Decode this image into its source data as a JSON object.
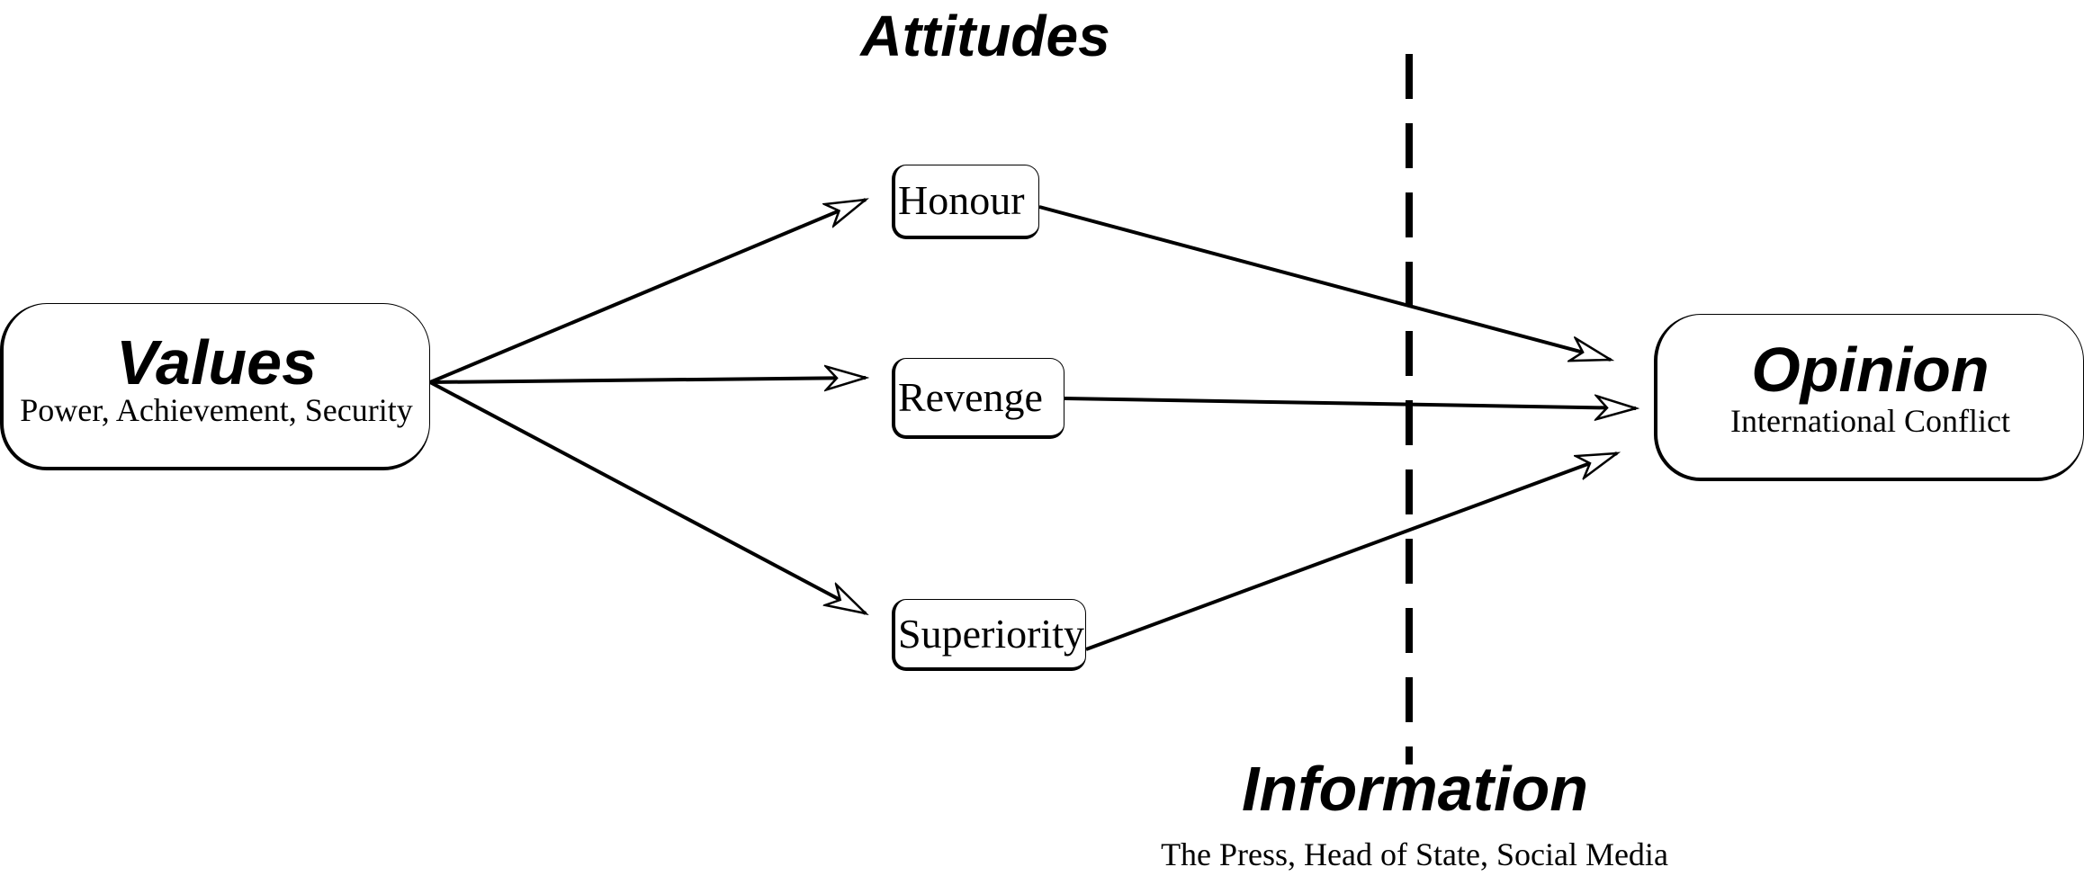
{
  "attitudes_heading": "Attitudes",
  "values_node": {
    "title": "Values",
    "subtitle": "Power, Achievement, Security"
  },
  "attitude_nodes": {
    "honour": "Honour",
    "revenge": "Revenge",
    "superiority": "Superiority"
  },
  "opinion_node": {
    "title": "Opinion",
    "subtitle": "International Conflict"
  },
  "information": {
    "title": "Information",
    "subtitle": "The Press, Head of State, Social Media"
  },
  "edges": [
    {
      "from": "Values",
      "to": "Honour"
    },
    {
      "from": "Values",
      "to": "Revenge"
    },
    {
      "from": "Values",
      "to": "Superiority"
    },
    {
      "from": "Honour",
      "to": "Opinion"
    },
    {
      "from": "Revenge",
      "to": "Opinion"
    },
    {
      "from": "Superiority",
      "to": "Opinion"
    }
  ],
  "colors": {
    "line": "#000000",
    "background": "#ffffff"
  }
}
